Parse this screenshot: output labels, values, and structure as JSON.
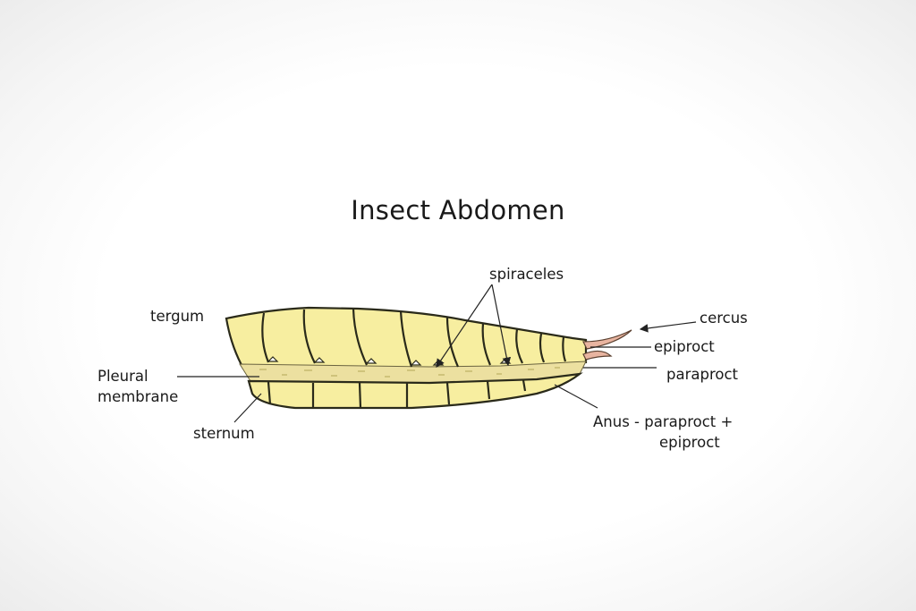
{
  "title": "Insect Abdomen",
  "labels": {
    "tergum": "tergum",
    "pleural_line1": "Pleural",
    "pleural_line2": "membrane",
    "sternum": "sternum",
    "spiraceles": "spiraceles",
    "cercus": "cercus",
    "epiproct": "epiproct",
    "paraproct": "paraproct",
    "anus_line1": "Anus - paraproct +",
    "anus_line2": "epiproct"
  },
  "colors": {
    "body_fill": "#f7eea0",
    "membrane_fill": "#ece0a0",
    "outline": "#2a2a1a",
    "cercus_fill": "#e8b4a0",
    "text": "#1a1a1a"
  }
}
